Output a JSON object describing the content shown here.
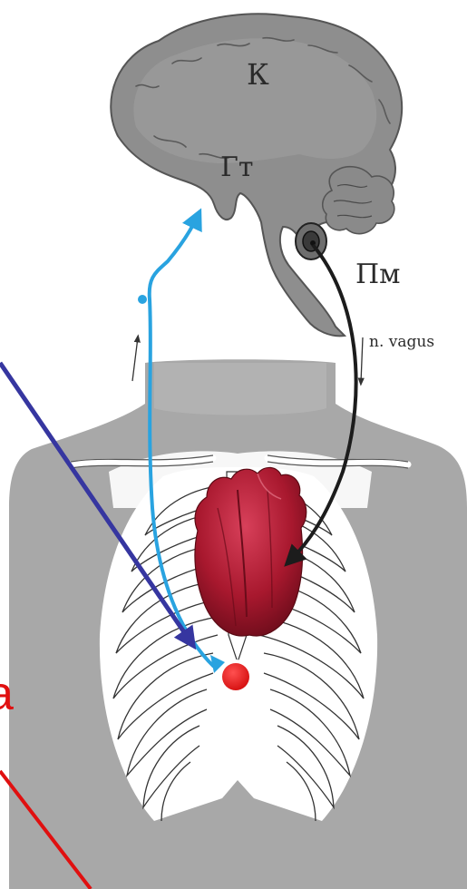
{
  "labels": {
    "cortex": "К",
    "hypothalamus": "Гт",
    "medulla": "Пм",
    "vagus": "n. vagus",
    "left_cut_letter": "а"
  },
  "colors": {
    "afferent_path": "#29a3e0",
    "efferent_path": "#1c1c1c",
    "pointer_arrow": "#3636a0",
    "edge_line": "#e01010",
    "receptor_dot": "#e01818",
    "brain_fill": "#8e8e8e",
    "torso_fill": "#a8a8a8",
    "heart_fill": "#a8182e"
  },
  "icons": {
    "brain": "brain-sagittal-section",
    "heart": "heart",
    "ribcage": "ribcage"
  }
}
